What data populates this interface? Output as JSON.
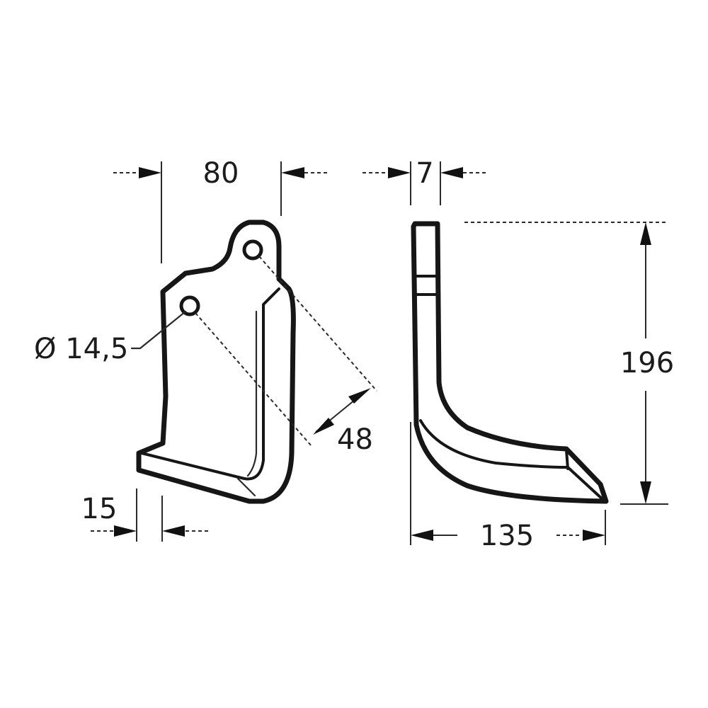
{
  "dimensions": {
    "width_front": "80",
    "thickness": "7",
    "hole_diameter": "Ø 14,5",
    "hole_spacing": "48",
    "flange_width": "15",
    "height": "196",
    "depth": "135"
  }
}
